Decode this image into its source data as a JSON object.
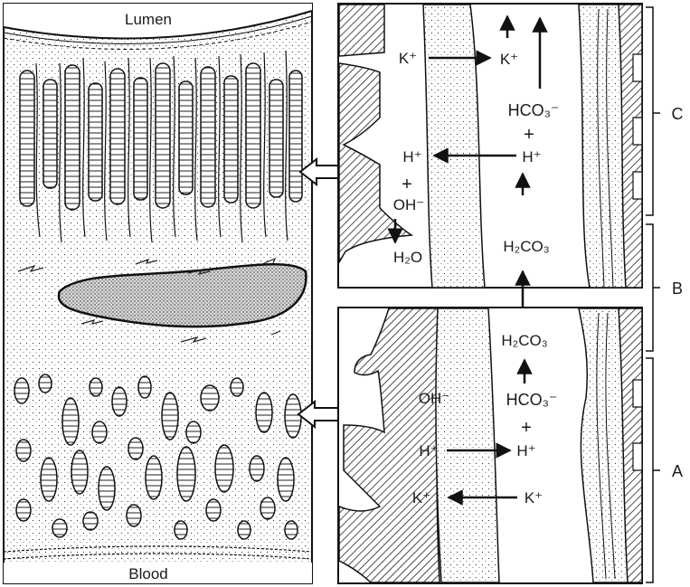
{
  "left_panel": {
    "top_label": "Lumen",
    "bottom_label": "Blood"
  },
  "upper_panel": {
    "k_left": "K⁺",
    "k_right": "K⁺",
    "hco3": "HCO₃⁻",
    "plus_right": "+",
    "h_right": "H⁺",
    "h_left": "H⁺",
    "plus_left": "+",
    "oh": "OH⁻",
    "h2o": "H₂O",
    "h2co3": "H₂CO₃"
  },
  "lower_panel": {
    "h2co3": "H₂CO₃",
    "oh": "OH⁻",
    "hco3": "HCO₃⁻",
    "plus": "+",
    "h_left": "H⁺",
    "h_right": "H⁺",
    "k_left": "K⁺",
    "k_right": "K⁺"
  },
  "brackets": {
    "c": "C",
    "b": "B",
    "a": "A"
  }
}
